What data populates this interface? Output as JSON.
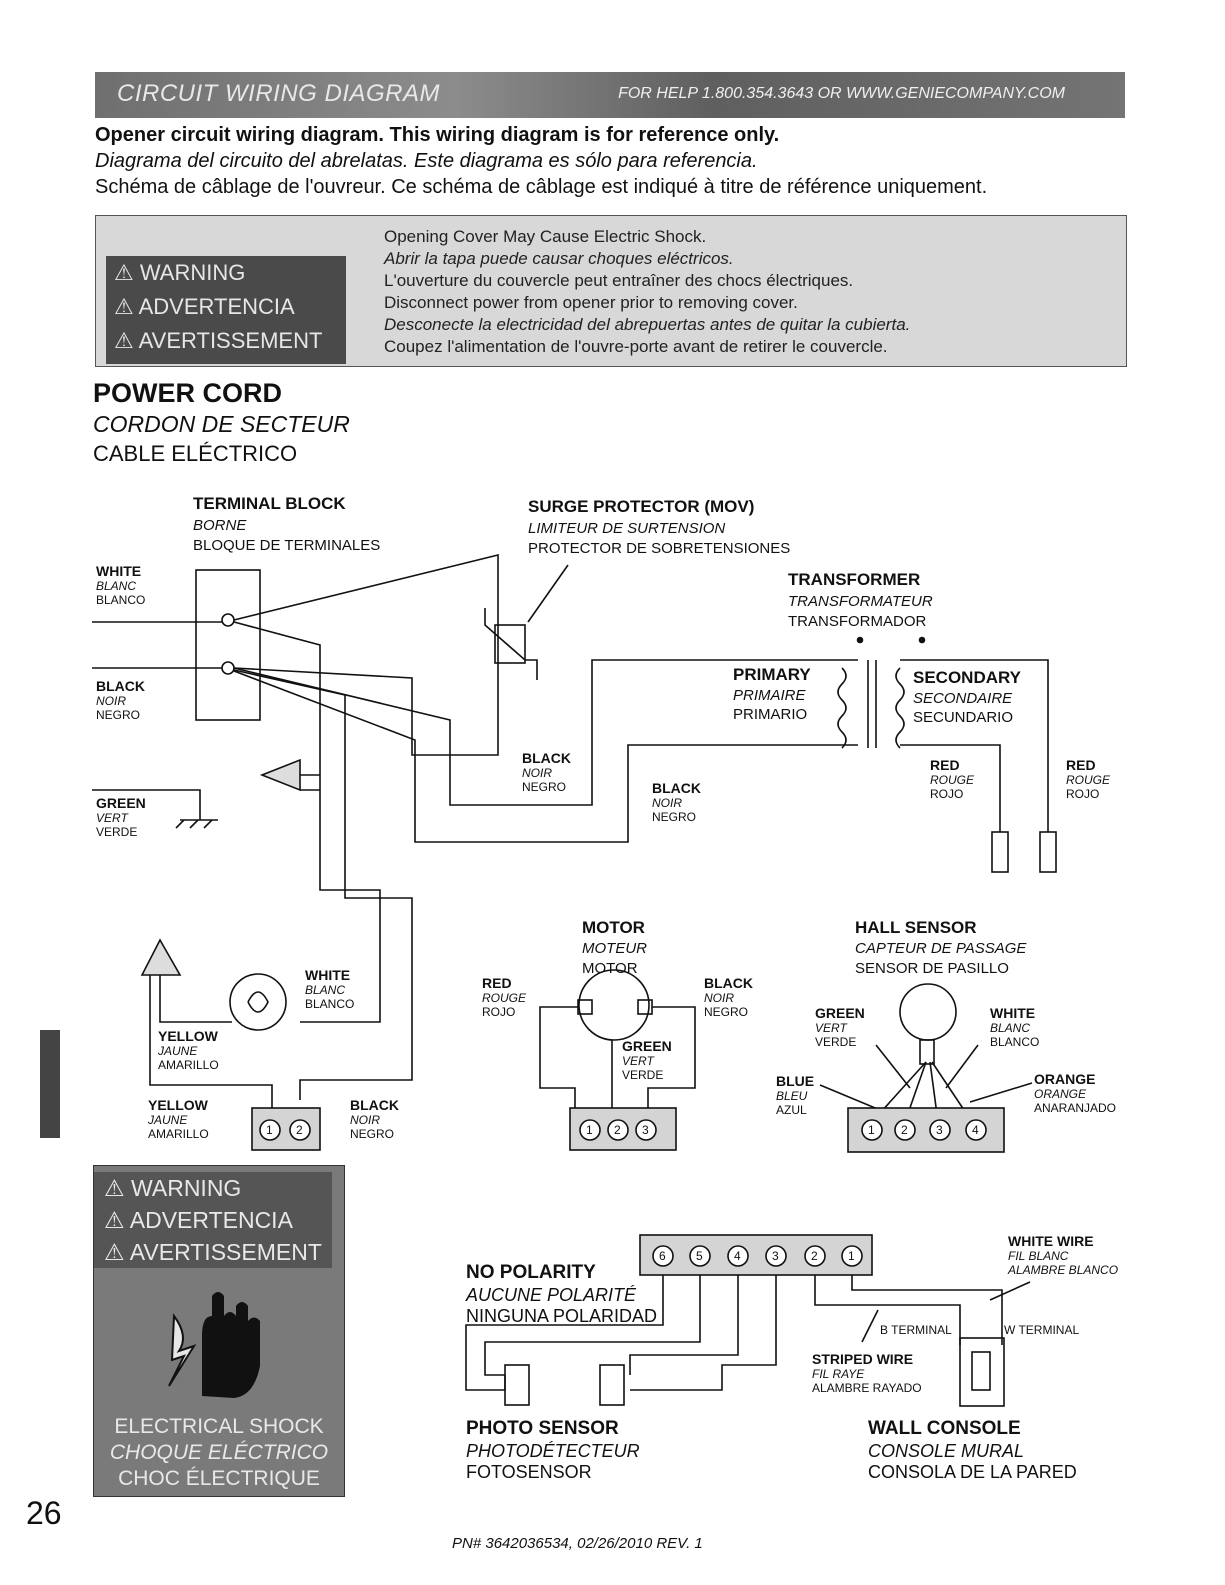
{
  "banner": {
    "title": "CIRCUIT WIRING DIAGRAM",
    "help": "FOR HELP 1.800.354.3643 OR WWW.GENIECOMPANY.COM"
  },
  "intro": {
    "en": "Opener circuit wiring diagram. This wiring diagram is for reference only.",
    "es": "Diagrama del circuito del abrelatas. Este diagrama es sólo para referencia.",
    "fr": "Schéma de câblage de l'ouvreur. Ce schéma de câblage est indiqué à titre de référence uniquement."
  },
  "warning_box": {
    "labels": [
      "WARNING",
      "ADVERTENCIA",
      "AVERTISSEMENT"
    ],
    "lines": [
      "Opening Cover May Cause Electric Shock.",
      "Abrir la tapa puede causar choques eléctricos.",
      "L'ouverture du couvercle peut entraîner des chocs électriques.",
      "Disconnect power from opener prior to removing cover.",
      "Desconecte la electricidad del abrepuertas antes de quitar la cubierta.",
      "Coupez l'alimentation de l'ouvre-porte avant de retirer le couvercle."
    ]
  },
  "power_cord": {
    "en": "POWER CORD",
    "fr": "CORDON DE SECTEUR",
    "es": "CABLE ELÉCTRICO"
  },
  "terminal_block": {
    "en": "TERMINAL BLOCK",
    "fr": "BORNE",
    "es": "BLOQUE DE TERMINALES"
  },
  "surge": {
    "en": "SURGE PROTECTOR (MOV)",
    "fr": "LIMITEUR DE SURTENSION",
    "es": "PROTECTOR DE SOBRETENSIONES"
  },
  "transformer": {
    "en": "TRANSFORMER",
    "fr": "TRANSFORMATEUR",
    "es": "TRANSFORMADOR"
  },
  "primary": {
    "en": "PRIMARY",
    "fr": "PRIMAIRE",
    "es": "PRIMARIO"
  },
  "secondary": {
    "en": "SECONDARY",
    "fr": "SECONDAIRE",
    "es": "SECUNDARIO"
  },
  "white": {
    "en": "WHITE",
    "fr": "BLANC",
    "es": "BLANCO"
  },
  "black": {
    "en": "BLACK",
    "fr": "NOIR",
    "es": "NEGRO"
  },
  "green": {
    "en": "GREEN",
    "fr": "VERT",
    "es": "VERDE"
  },
  "red": {
    "en": "RED",
    "fr": "ROUGE",
    "es": "ROJO"
  },
  "yellow": {
    "en": "YELLOW",
    "fr": "JAUNE",
    "es": "AMARILLO"
  },
  "blue": {
    "en": "BLUE",
    "fr": "BLEU",
    "es": "AZUL"
  },
  "orange": {
    "en": "ORANGE",
    "fr": "ORANGE",
    "es": "ANARANJADO"
  },
  "motor": {
    "en": "MOTOR",
    "fr": "MOTEUR",
    "es": "MOTOR"
  },
  "hall": {
    "en": "HALL SENSOR",
    "fr": "CAPTEUR DE PASSAGE",
    "es": "SENSOR DE PASILLO"
  },
  "no_polarity": {
    "en": "NO POLARITY",
    "fr": "AUCUNE POLARITÉ",
    "es": "NINGUNA POLARIDAD"
  },
  "photo": {
    "en": "PHOTO SENSOR",
    "fr": "PHOTODÉTECTEUR",
    "es": "FOTOSENSOR"
  },
  "wall": {
    "en": "WALL CONSOLE",
    "fr": "CONSOLE MURAL",
    "es": "CONSOLA DE LA PARED"
  },
  "white_wire": {
    "en": "WHITE WIRE",
    "fr": "FIL BLANC",
    "es": "ALAMBRE BLANCO"
  },
  "striped_wire": {
    "en": "STRIPED WIRE",
    "fr": "FIL RAYE",
    "es": "ALAMBRE RAYADO"
  },
  "b_terminal": "B TERMINAL",
  "w_terminal": "W TERMINAL",
  "nums": {
    "n1": "1",
    "n2": "2",
    "n3": "3",
    "n4": "4",
    "n5": "5",
    "n6": "6"
  },
  "shock_box": {
    "labels": [
      "WARNING",
      "ADVERTENCIA",
      "AVERTISSEMENT"
    ],
    "captions": [
      "ELECTRICAL SHOCK",
      "CHOQUE ELÉCTRICO",
      "CHOC ÉLECTRIQUE"
    ]
  },
  "page_number": "26",
  "footer": "PN# 3642036534, 02/26/2010   REV. 1"
}
